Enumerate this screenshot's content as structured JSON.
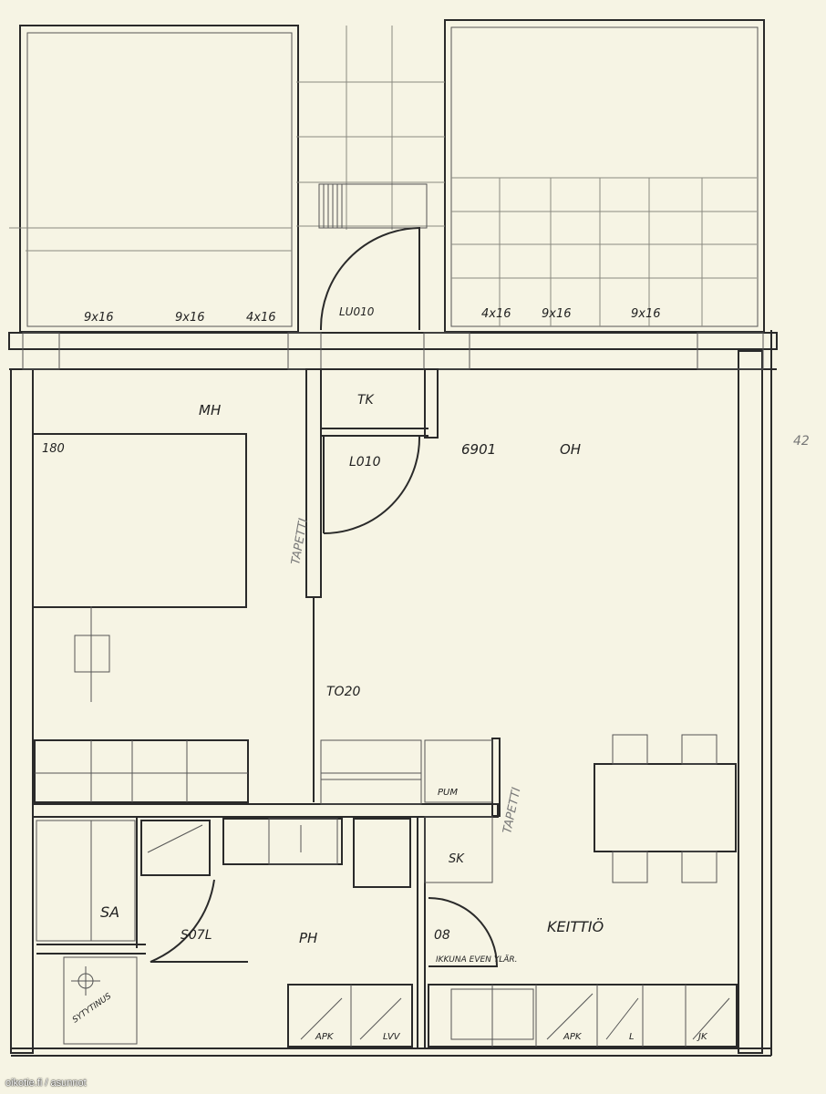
{
  "plan": {
    "rooms": {
      "mh": "MH",
      "tk": "TK",
      "oh": "OH",
      "keittio": "KEITTIÖ",
      "ph": "PH",
      "sa": "SA",
      "sk": "SK"
    },
    "doors": {
      "lu010": "LU010",
      "l010": "L010",
      "to20": "TO20",
      "s07l": "S07L",
      "d08": "08"
    },
    "codes": {
      "n6901": "6901",
      "bed180": "180",
      "n42": "42"
    },
    "windows": [
      "9x16",
      "9x16",
      "4x16",
      "4x16",
      "9x16",
      "9x16"
    ],
    "annotations": {
      "tapetti_left": "TAPETTI",
      "tapetti_right": "TAPETTI",
      "ikkuna": "IKKUNA  EVEN YLÄR.",
      "sytytinus": "SYTYTINUS",
      "pum": "PUM"
    },
    "appliances": [
      "APK",
      "LVV",
      "APK",
      "L",
      "JK"
    ]
  },
  "watermark": "oikotie.fi / asunnot"
}
